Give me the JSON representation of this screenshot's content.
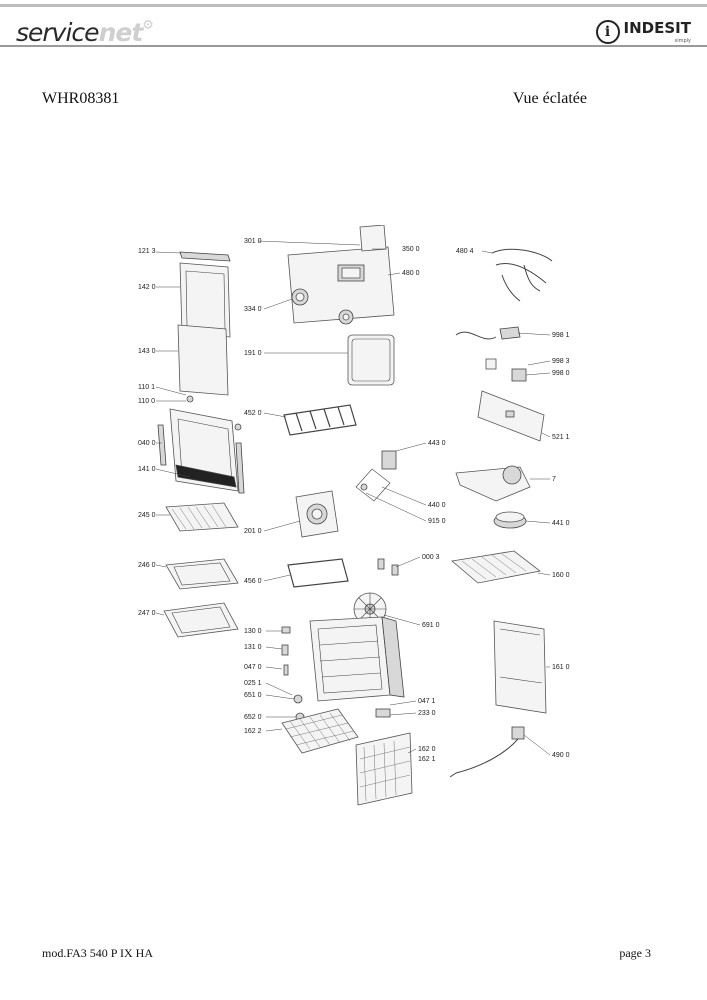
{
  "header": {
    "brand_left_a": "service",
    "brand_left_b": "net",
    "brand_right_symbol": "i",
    "brand_right": "INDESIT",
    "brand_right_sub": "simply"
  },
  "doc": {
    "model": "WHR08381",
    "view_title": "Vue éclatée"
  },
  "parts": [
    "121 3",
    "142 0",
    "143 0",
    "110 1",
    "110 0",
    "040 0",
    "141 0",
    "245 0",
    "246 0",
    "247 0",
    "301 0",
    "350 0",
    "480 0",
    "334 0",
    "191 0",
    "452 0",
    "443 0",
    "440 0",
    "915 0",
    "201 0",
    "456 0",
    "000 3",
    "691 0",
    "130 0",
    "131 0",
    "047 0",
    "025 1",
    "651 0",
    "047 1",
    "233 0",
    "652 0",
    "162 2",
    "162 0",
    "162 1",
    "480 4",
    "998 1",
    "998 3",
    "998 0",
    "521 1",
    "7",
    "441 0",
    "160 0",
    "161 0",
    "490 0"
  ],
  "footer": {
    "model_ref": "mod.FA3 540 P IX HA",
    "page": "page 3"
  }
}
